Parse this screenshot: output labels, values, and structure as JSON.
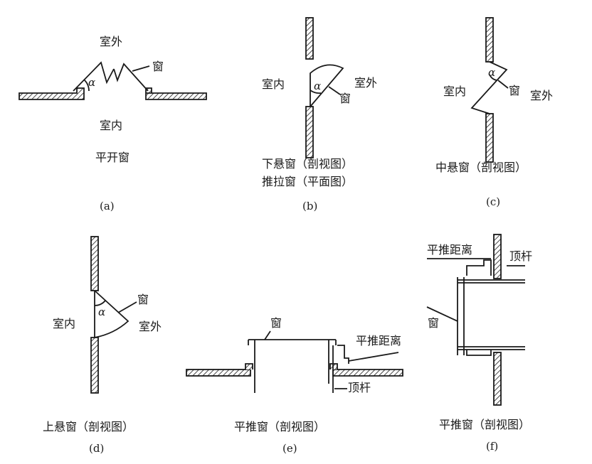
{
  "panels": {
    "a": {
      "outside": "室外",
      "inside": "室内",
      "window": "窗",
      "alpha": "α",
      "name": "平开窗",
      "letter": "(a)"
    },
    "b": {
      "inside": "室内",
      "outside": "室外",
      "window": "窗",
      "alpha": "α",
      "name_line1": "下悬窗（剖视图）",
      "name_line2": "推拉窗（平面图）",
      "letter": "(b)"
    },
    "c": {
      "inside": "室内",
      "outside": "室外",
      "window": "窗",
      "alpha": "α",
      "name": "中悬窗（剖视图）",
      "letter": "(c)"
    },
    "d": {
      "inside": "室内",
      "outside": "室外",
      "window": "窗",
      "alpha": "α",
      "name": "上悬窗（剖视图）",
      "letter": "(d)"
    },
    "e": {
      "window": "窗",
      "push_distance": "平推距离",
      "rod": "顶杆",
      "name": "平推窗（剖视图）",
      "letter": "(e)"
    },
    "f": {
      "push_distance": "平推距离",
      "rod": "顶杆",
      "window": "窗",
      "name": "平推窗（剖视图）",
      "letter": "(f)"
    }
  }
}
